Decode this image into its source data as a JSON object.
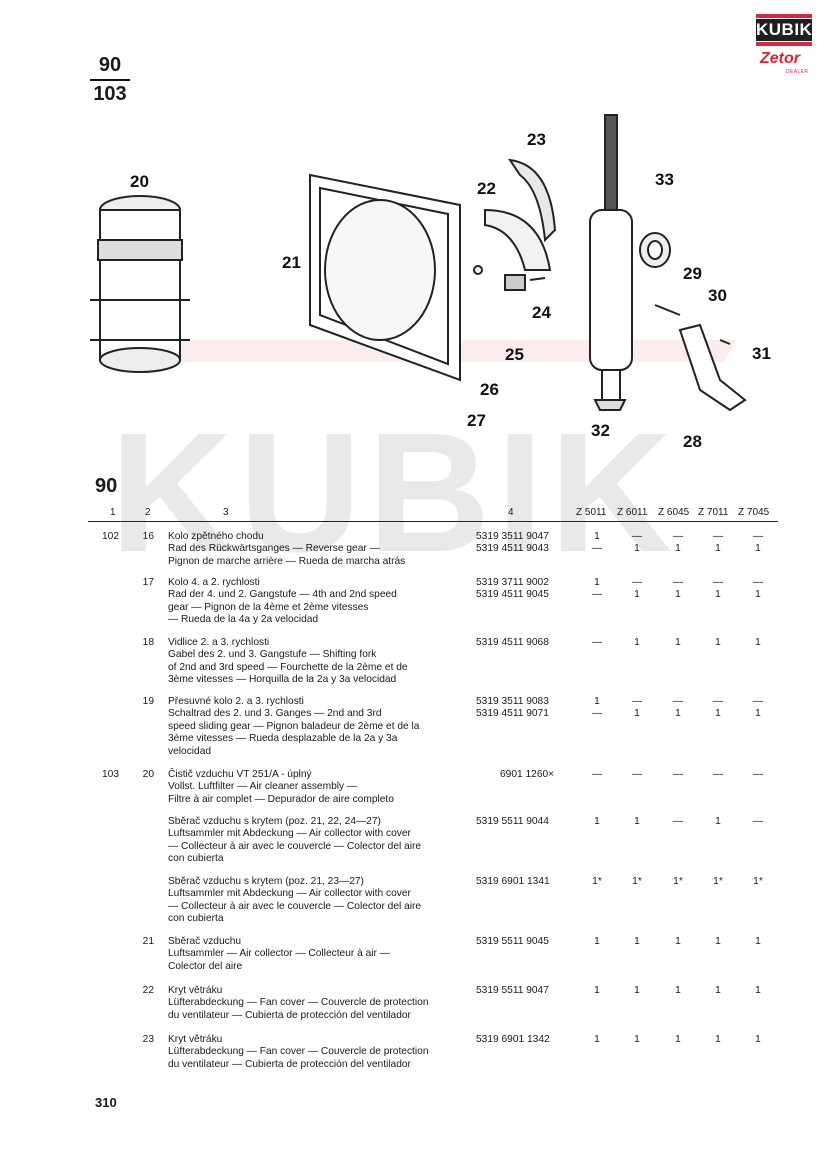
{
  "logo": {
    "brand": "KUBIK",
    "sub": "Zetor",
    "dealer": "DEALER"
  },
  "page_ref": {
    "top": "90",
    "bottom": "103"
  },
  "callouts": [
    "20",
    "21",
    "22",
    "23",
    "24",
    "25",
    "26",
    "27",
    "28",
    "29",
    "30",
    "31",
    "32",
    "33"
  ],
  "watermark": "KUBIK",
  "section": "90",
  "headers": [
    "1",
    "2",
    "3",
    "4",
    "Z 5011",
    "Z 6011",
    "Z 6045",
    "Z 7011",
    "Z 7045"
  ],
  "rows": [
    {
      "c1": "102",
      "c2": "16",
      "desc": "Kolo zpětného chodu\nRad des Rückwärtsganges — Reverse gear —\nPignon de marche arrière — Rueda de marcha atrás",
      "part": "5319 3511 9047\n5319 4511 9043",
      "q": [
        "1\n—",
        "—\n1",
        "—\n1",
        "—\n1",
        "—\n1"
      ]
    },
    {
      "c1": "",
      "c2": "17",
      "desc": "Kolo 4. a 2. rychlosti\nRad der 4. und 2. Gangstufe — 4th and 2nd speed\ngear — Pignon de la 4ème et 2ème vitesses\n— Rueda de la 4a y 2a velocidad",
      "part": "5319 3711 9002\n5319 4511 9045",
      "q": [
        "1\n—",
        "—\n1",
        "—\n1",
        "—\n1",
        "—\n1"
      ]
    },
    {
      "c1": "",
      "c2": "18",
      "desc": "Vidlice 2. a 3. rychlosti\nGabel des 2. und 3. Gangstufe — Shifting fork\nof 2nd and 3rd speed — Fourchette de la 2ème et de\n3ème vitesses — Horquilla de la 2a y 3a velocidad",
      "part": "5319 4511 9068",
      "q": [
        "—",
        "1",
        "1",
        "1",
        "1"
      ]
    },
    {
      "c1": "",
      "c2": "19",
      "desc": "Přesuvné kolo 2. a 3. rychlosti\nSchaltrad des 2. und 3. Ganges — 2nd and 3rd\nspeed sliding gear — Pignon baladeur de 2ème et de la\n3ème vitesses — Rueda desplazable de la 2a y 3a\nvelocidad",
      "part": "5319 3511 9083\n5319 4511 9071",
      "q": [
        "1\n—",
        "—\n1",
        "—\n1",
        "—\n1",
        "—\n1"
      ]
    },
    {
      "c1": "103",
      "c2": "20",
      "desc": "Čistič vzduchu VT 251/A - úplný\nVollst. Luftfilter — Air cleaner assembly —\nFiltre à air complet — Depurador de aire completo",
      "part": "6901 1260×",
      "q": [
        "—",
        "—",
        "—",
        "—",
        "—"
      ]
    },
    {
      "c1": "",
      "c2": "",
      "desc": "Sběrač vzduchu s krytem (poz. 21, 22, 24—27)\nLuftsammler mit Abdeckung — Air collector with cover\n— Collecteur à air avec le couvercle — Colector del aire\ncon cubierta",
      "part": "5319 5511 9044",
      "q": [
        "1",
        "1",
        "—",
        "1",
        "—"
      ]
    },
    {
      "c1": "",
      "c2": "",
      "desc": "Sběrač vzduchu s krytem (poz. 21, 23—27)\nLuftsammler mit Abdeckung — Air collector with cover\n— Collecteur à air avec le couvercle — Colector del aire\ncon cubierta",
      "part": "5319 6901 1341",
      "q": [
        "1*",
        "1*",
        "1*",
        "1*",
        "1*"
      ]
    },
    {
      "c1": "",
      "c2": "21",
      "desc": "Sběrač vzduchu\nLuftsammler — Air collector — Collecteur à air —\nColector del aire",
      "part": "5319 5511 9045",
      "q": [
        "1",
        "1",
        "1",
        "1",
        "1"
      ]
    },
    {
      "c1": "",
      "c2": "22",
      "desc": "Kryt větráku\nLüfterabdeckung — Fan cover — Couvercle de protection\ndu ventilateur — Cubierta de protección del ventilador",
      "part": "5319 5511 9047",
      "q": [
        "1",
        "1",
        "1",
        "1",
        "1"
      ]
    },
    {
      "c1": "",
      "c2": "23",
      "desc": "Kryt větráku\nLüfterabdeckung — Fan cover — Couvercle de protection\ndu ventilateur — Cubierta de protección del ventilador",
      "part": "5319 6901 1342",
      "q": [
        "1",
        "1",
        "1",
        "1",
        "1"
      ]
    }
  ],
  "page_number": "310"
}
